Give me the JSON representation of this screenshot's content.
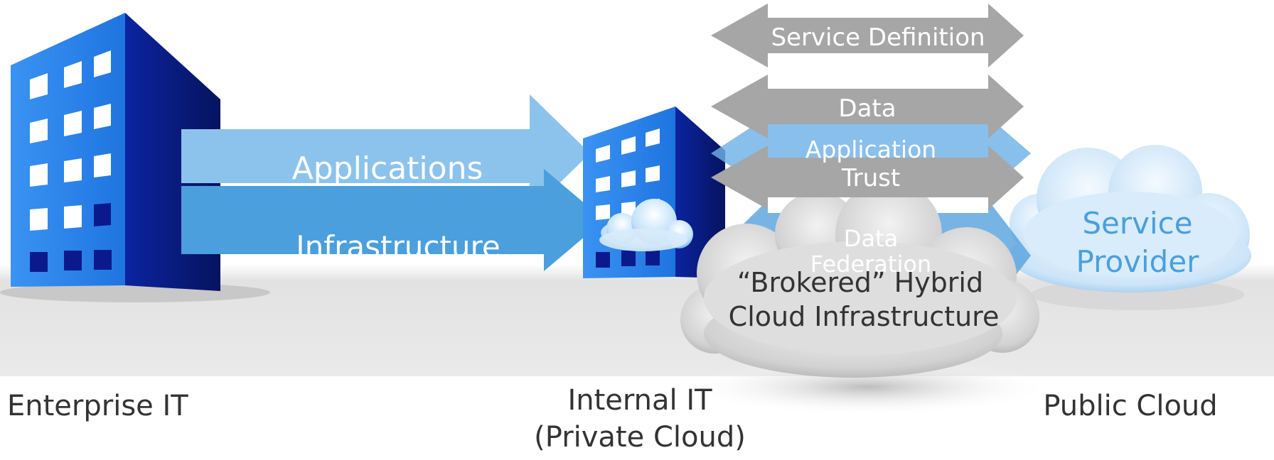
{
  "diagram": {
    "flow_arrows": {
      "applications": "Applications",
      "infrastructure": "Infrastructure"
    },
    "bidirectional_arrows": {
      "service_definition": "Service Definition",
      "data": "Data",
      "application": "Application",
      "trust": "Trust",
      "data_federation_line1": "Data",
      "data_federation_line2": "Federation"
    },
    "hybrid_cloud": {
      "line1": "“Brokered” Hybrid",
      "line2": "Cloud Infrastructure"
    },
    "service_provider": {
      "line1": "Service",
      "line2": "Provider"
    },
    "captions": {
      "enterprise": "Enterprise IT",
      "internal_line1": "Internal IT",
      "internal_line2": "(Private Cloud)",
      "public": "Public Cloud"
    },
    "colors": {
      "building_blue": "#1f7ae8",
      "building_dark": "#0a1a8c",
      "arrow_light_blue": "#8cc3ec",
      "arrow_mid_blue": "#4a9fdc",
      "arrow_gray": "#a6a6a6",
      "cloud_gray": "#d6d6d6",
      "cloud_blue": "#cfe6f9",
      "floor_gray": "#e6e6e6"
    }
  }
}
